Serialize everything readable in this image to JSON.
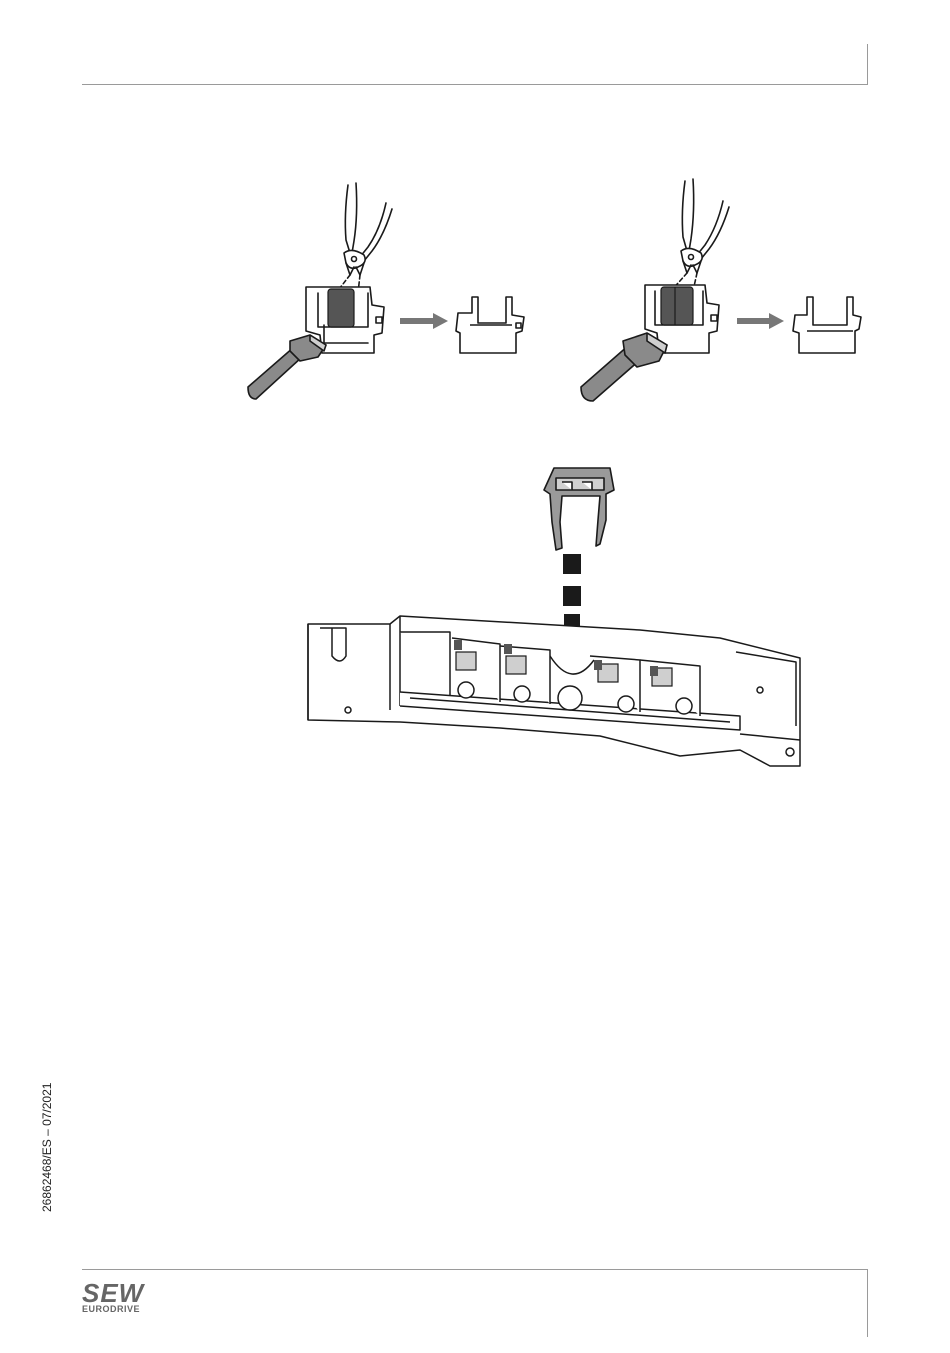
{
  "footer": {
    "document_code": "26862468/ES – 07/2021",
    "logo": {
      "main": "SEW",
      "sub": "EURODRIVE"
    }
  },
  "illustrations": {
    "top_left": {
      "icon": "pliers-cutting-clip-icon"
    },
    "top_right": {
      "icon": "pliers-cutting-clip-icon"
    },
    "bottom": {
      "icon": "clip-insertion-terminal-icon"
    }
  },
  "colors": {
    "ink": "#1a1a1a",
    "gray": "#777777",
    "dark_part": "#555555",
    "rule": "#9a9a9a"
  }
}
